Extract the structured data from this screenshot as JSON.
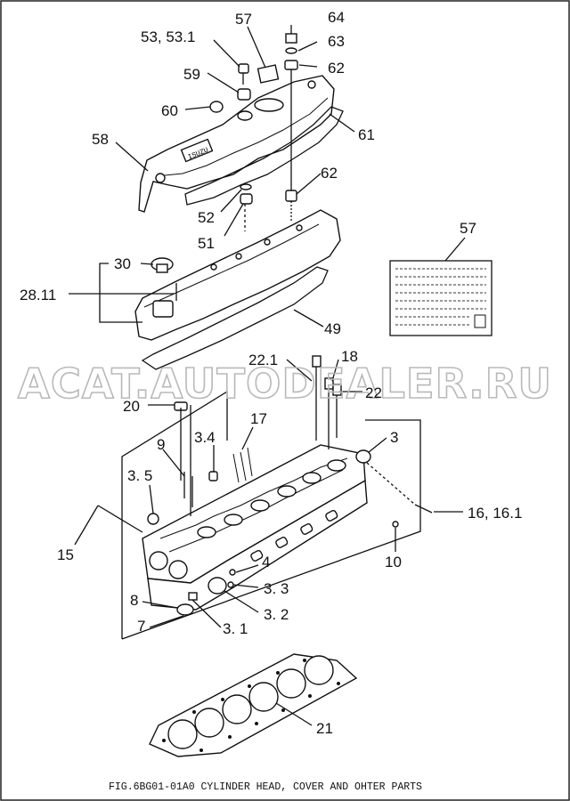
{
  "caption": "FIG.6BG01-01A0  CYLINDER HEAD, COVER AND OHTER PARTS",
  "watermark": "ACAT.AUTODEALER.RU",
  "callouts": {
    "c64": "64",
    "c57a": "57",
    "c53": "53, 53.1",
    "c63": "63",
    "c62a": "62",
    "c59": "59",
    "c60": "60",
    "c61": "61",
    "c58": "58",
    "c62b": "62",
    "c52": "52",
    "c51": "51",
    "c57b": "57",
    "c30": "30",
    "c2811": "28.11",
    "c49": "49",
    "c221": "22.1",
    "c18": "18",
    "c22": "22",
    "c20": "20",
    "c17": "17",
    "c3": "3",
    "c34": "3.4",
    "c9": "9",
    "c35": "3. 5",
    "c16": "16, 16.1",
    "c15": "15",
    "c10": "10",
    "c4": "4",
    "c33": "3. 3",
    "c8": "8",
    "c32": "3. 2",
    "c7": "7",
    "c31": "3. 1",
    "c21": "21"
  }
}
